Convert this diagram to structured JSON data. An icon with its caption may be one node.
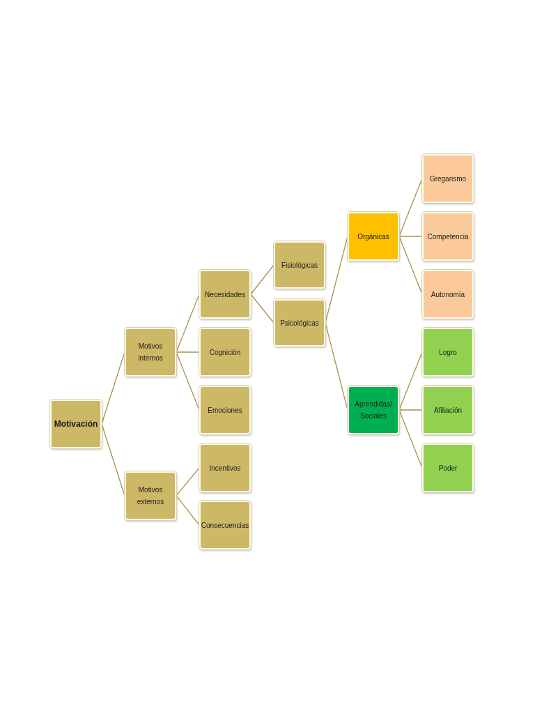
{
  "diagram": {
    "nodes": [
      {
        "text": [
          "Motivación"
        ]
      },
      {
        "text": [
          "Motivos internos"
        ]
      },
      {
        "text": [
          "Motivos externos"
        ]
      },
      {
        "text": [
          "Necesidades"
        ]
      },
      {
        "text": [
          "Cognición"
        ]
      },
      {
        "text": [
          "Emociones"
        ]
      },
      {
        "text": [
          "Incentivos"
        ]
      },
      {
        "text": [
          "Consecuencias"
        ]
      },
      {
        "text": [
          "Fisiológicas"
        ]
      },
      {
        "text": [
          "Psicológicas"
        ]
      },
      {
        "text": [
          "Orgánicas"
        ]
      },
      {
        "text": [
          "Aprendidas/ Sociales"
        ]
      },
      {
        "text": [
          "Gregarismo"
        ]
      },
      {
        "text": [
          "Competencia"
        ]
      },
      {
        "text": [
          "Autonomía"
        ]
      },
      {
        "text": [
          "Logro"
        ]
      },
      {
        "text": [
          "Afiliación"
        ]
      },
      {
        "text": [
          "Poder"
        ]
      }
    ],
    "edges": [
      {
        "from": 0,
        "to": 1,
        "arrow": "none"
      },
      {
        "from": 0,
        "to": 2,
        "arrow": "none"
      },
      {
        "from": 1,
        "to": 3,
        "arrow": "none"
      },
      {
        "from": 1,
        "to": 4,
        "arrow": "none"
      },
      {
        "from": 1,
        "to": 5,
        "arrow": "none"
      },
      {
        "from": 2,
        "to": 6,
        "arrow": "none"
      },
      {
        "from": 2,
        "to": 7,
        "arrow": "none"
      },
      {
        "from": 3,
        "to": 8,
        "arrow": "none"
      },
      {
        "from": 3,
        "to": 9,
        "arrow": "none"
      },
      {
        "from": 9,
        "to": 10,
        "arrow": "none"
      },
      {
        "from": 9,
        "to": 11,
        "arrow": "none"
      },
      {
        "from": 10,
        "to": 12,
        "arrow": "none"
      },
      {
        "from": 10,
        "to": 13,
        "arrow": "none"
      },
      {
        "from": 10,
        "to": 14,
        "arrow": "none"
      },
      {
        "from": 11,
        "to": 15,
        "arrow": "none"
      },
      {
        "from": 11,
        "to": 16,
        "arrow": "none"
      },
      {
        "from": 11,
        "to": 17,
        "arrow": "none"
      }
    ]
  }
}
